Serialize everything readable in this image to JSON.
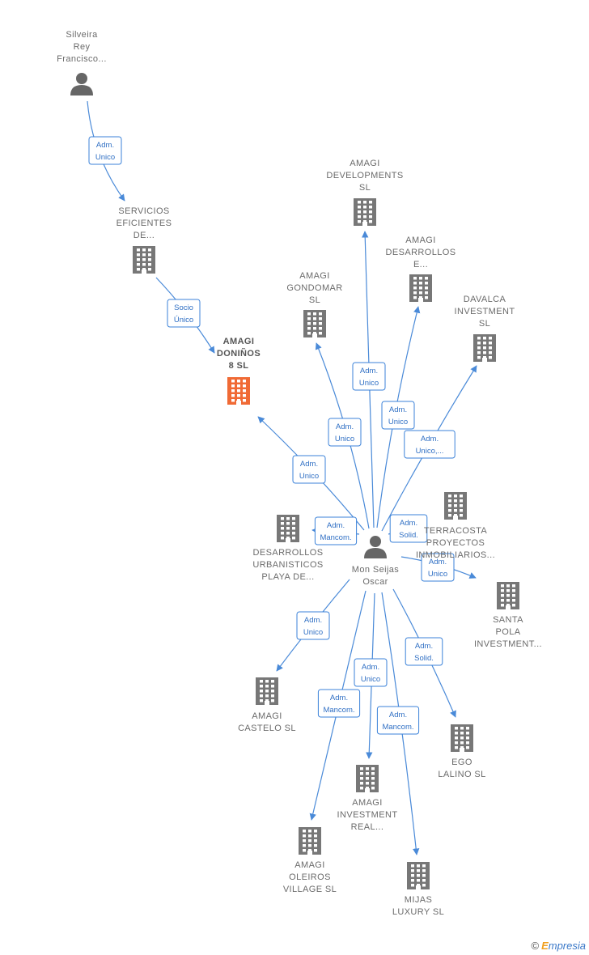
{
  "colors": {
    "edge": "#4a8ad8",
    "company": "#777777",
    "focus_company": "#f06a35",
    "person": "#666666"
  },
  "nodes": [
    {
      "id": "silveira",
      "kind": "person",
      "lines": [
        "Silveira",
        "Rey",
        "Francisco..."
      ]
    },
    {
      "id": "servicios",
      "kind": "company",
      "lines": [
        "SERVICIOS",
        "EFICIENTES",
        "DE..."
      ]
    },
    {
      "id": "donino",
      "kind": "company",
      "focus": true,
      "lines": [
        "AMAGI",
        "DONIÑOS",
        "8  SL"
      ]
    },
    {
      "id": "developments",
      "kind": "company",
      "lines": [
        "AMAGI",
        "DEVELOPMENTS",
        "SL"
      ]
    },
    {
      "id": "desarrollos_e",
      "kind": "company",
      "lines": [
        "AMAGI",
        "DESARROLLOS",
        "E..."
      ]
    },
    {
      "id": "gondomar",
      "kind": "company",
      "lines": [
        "AMAGI",
        "GONDOMAR",
        "SL"
      ]
    },
    {
      "id": "davalca",
      "kind": "company",
      "lines": [
        "DAVALCA",
        "INVESTMENT",
        "SL"
      ]
    },
    {
      "id": "terracosta",
      "kind": "company",
      "lines": [
        "TERRACOSTA",
        "PROYECTOS",
        "INMOBILIARIOS..."
      ]
    },
    {
      "id": "playa",
      "kind": "company",
      "lines": [
        "DESARROLLOS",
        "URBANISTICOS",
        "PLAYA DE..."
      ]
    },
    {
      "id": "mon",
      "kind": "person",
      "lines": [
        "Mon Seijas",
        "Oscar"
      ]
    },
    {
      "id": "santa_pola",
      "kind": "company",
      "lines": [
        "SANTA",
        "POLA",
        "INVESTMENT..."
      ]
    },
    {
      "id": "castelo",
      "kind": "company",
      "lines": [
        "AMAGI",
        "CASTELO  SL"
      ]
    },
    {
      "id": "ego",
      "kind": "company",
      "lines": [
        "EGO",
        "LALINO  SL"
      ]
    },
    {
      "id": "investment_real",
      "kind": "company",
      "lines": [
        "AMAGI",
        "INVESTMENT",
        "REAL..."
      ]
    },
    {
      "id": "oleiros",
      "kind": "company",
      "lines": [
        "AMAGI",
        "OLEIROS",
        "VILLAGE  SL"
      ]
    },
    {
      "id": "mijas",
      "kind": "company",
      "lines": [
        "MIJAS",
        "LUXURY  SL"
      ]
    }
  ],
  "edges": [
    {
      "from": "silveira",
      "to": "servicios",
      "label": [
        "Adm.",
        "Unico"
      ]
    },
    {
      "from": "servicios",
      "to": "donino",
      "label": [
        "Socio",
        "Único"
      ]
    },
    {
      "from": "mon",
      "to": "donino",
      "label": [
        "Adm.",
        "Unico"
      ]
    },
    {
      "from": "mon",
      "to": "gondomar",
      "label": [
        "Adm.",
        "Unico"
      ]
    },
    {
      "from": "mon",
      "to": "developments",
      "label": [
        "Adm.",
        "Unico"
      ]
    },
    {
      "from": "mon",
      "to": "desarrollos_e",
      "label": [
        "Adm.",
        "Unico"
      ]
    },
    {
      "from": "mon",
      "to": "davalca",
      "label": [
        "Adm.",
        "Unico,..."
      ]
    },
    {
      "from": "mon",
      "to": "playa",
      "label": [
        "Adm.",
        "Mancom."
      ]
    },
    {
      "from": "mon",
      "to": "terracosta",
      "label": [
        "Adm.",
        "Solid."
      ]
    },
    {
      "from": "mon",
      "to": "santa_pola",
      "label": [
        "Adm.",
        "Unico"
      ]
    },
    {
      "from": "mon",
      "to": "castelo",
      "label": [
        "Adm.",
        "Unico"
      ]
    },
    {
      "from": "mon",
      "to": "ego",
      "label": [
        "Adm.",
        "Solid."
      ]
    },
    {
      "from": "mon",
      "to": "investment_real",
      "label": [
        "Adm.",
        "Unico"
      ]
    },
    {
      "from": "mon",
      "to": "oleiros",
      "label": [
        "Adm.",
        "Mancom."
      ]
    },
    {
      "from": "mon",
      "to": "mijas",
      "label": [
        "Adm.",
        "Mancom."
      ]
    }
  ],
  "footer": {
    "copyright": "©",
    "brand_first": "E",
    "brand_rest": "mpresia"
  }
}
